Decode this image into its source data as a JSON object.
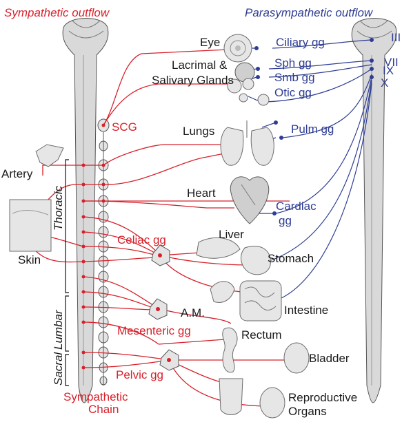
{
  "headers": {
    "sympathetic": "Sympathetic outflow",
    "parasympathetic": "Parasympathetic outflow"
  },
  "cranial_nerves": [
    "III",
    "VII",
    "IX",
    "X"
  ],
  "parasympathetic_ganglia": {
    "ciliary": "Ciliary gg",
    "sph": "Sph gg",
    "smb": "Smb gg",
    "otic": "Otic gg",
    "pulm": "Pulm gg",
    "cardiac_1": "Cardiac",
    "cardiac_2": "gg"
  },
  "sympathetic_ganglia": {
    "scg": "SCG",
    "celiac": "Celiac gg",
    "mesenteric": "Mesenteric gg",
    "pelvic": "Pelvic gg",
    "chain_1": "Sympathetic",
    "chain_2": "Chain"
  },
  "regions": {
    "thoracic": "Thoracic",
    "lumbar": "Lumbar",
    "sacral": "Sacral"
  },
  "organs": {
    "eye": "Eye",
    "lacrimal_1": "Lacrimal &",
    "lacrimal_2": "Salivary Glands",
    "lungs": "Lungs",
    "heart": "Heart",
    "liver": "Liver",
    "stomach": "Stomach",
    "adrenal": "A.M.",
    "intestine": "Intestine",
    "rectum": "Rectum",
    "bladder": "Bladder",
    "reproductive_1": "Reproductive",
    "reproductive_2": "Organs",
    "artery": "Artery",
    "skin": "Skin"
  },
  "colors": {
    "sympathetic": "#d8202a",
    "parasympathetic": "#2e3d93",
    "organ_label": "#1a1a1a"
  }
}
